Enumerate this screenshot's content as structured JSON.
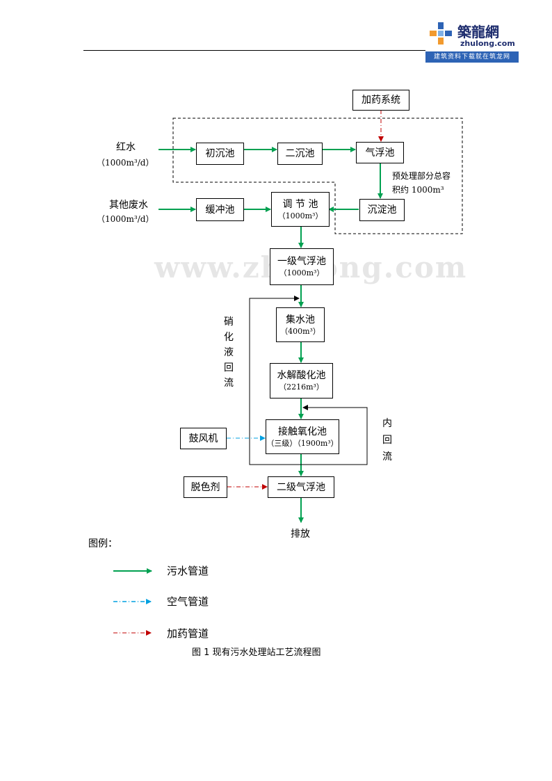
{
  "logo": {
    "name": "築龍網",
    "site": "zhulong.com",
    "slogan": "建筑资料下载就在筑龙网"
  },
  "watermark": "www.zhulong.com",
  "inputs": {
    "red_water": "红水",
    "red_water_flow": "（1000m³/d）",
    "other_waste": "其他废水",
    "other_waste_flow": "（1000m³/d）"
  },
  "nodes": {
    "dosing_system": "加药系统",
    "primary_settling": "初沉池",
    "secondary_settling": "二沉池",
    "air_flotation": "气浮池",
    "sedimentation": "沉淀池",
    "buffer_tank": "缓冲池",
    "equalization": "调 节 池",
    "equalization_cap": "（1000m³）",
    "first_flotation": "一级气浮池",
    "first_flotation_cap": "（1000m³）",
    "collection": "集水池",
    "collection_cap": "（400m³）",
    "hydrolysis": "水解酸化池",
    "hydrolysis_cap": "（2216m³）",
    "contact_oxidation": "接触氧化池",
    "contact_oxidation_cap": "（三级）（1900m³）",
    "blower": "鼓风机",
    "decolorant": "脱色剂",
    "second_flotation": "二级气浮池",
    "discharge": "排放"
  },
  "annotations": {
    "pretreatment_line1": "预处理部分总容",
    "pretreatment_line2": "积约 1000m³",
    "nitrification_reflux": [
      "硝",
      "化",
      "液",
      "回",
      "流"
    ],
    "internal_reflux": [
      "内",
      "回",
      "流"
    ]
  },
  "legend": {
    "title": "图例：",
    "items": [
      {
        "label": "污水管道",
        "color": "#00a050",
        "style": "solid"
      },
      {
        "label": "空气管道",
        "color": "#00a0e0",
        "style": "dashdot"
      },
      {
        "label": "加药管道",
        "color": "#c00000",
        "style": "dashdot"
      }
    ]
  },
  "caption": "图 1   现有污水处理站工艺流程图",
  "colors": {
    "sewage": "#00a050",
    "air": "#00a0e0",
    "dosing": "#c00000"
  }
}
